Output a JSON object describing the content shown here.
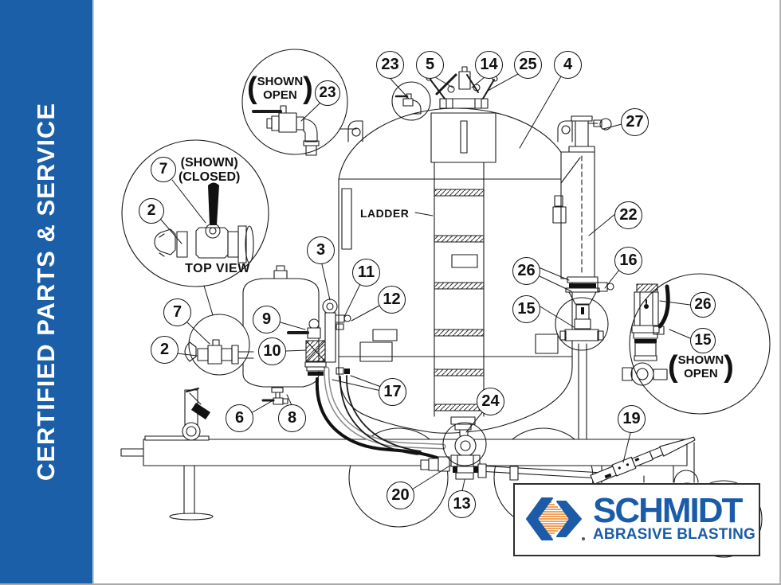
{
  "sidebar": {
    "title": "CERTIFIED PARTS & SERVICE"
  },
  "diagram": {
    "ladder_label": "LADDER",
    "insets": {
      "shown_open_top": {
        "paren_l": "(",
        "word1": "SHOWN",
        "word2": "OPEN",
        "paren_r": ")"
      },
      "shown_closed": {
        "line1": "(SHOWN)",
        "line2": "(CLOSED)",
        "top_view": "TOP VIEW"
      },
      "shown_open_right": {
        "paren_l": "(",
        "word1": "SHOWN",
        "word2": "OPEN",
        "paren_r": ")"
      }
    },
    "callouts": [
      {
        "n": "23"
      },
      {
        "n": "5"
      },
      {
        "n": "14"
      },
      {
        "n": "25"
      },
      {
        "n": "4"
      },
      {
        "n": "27"
      },
      {
        "n": "22"
      },
      {
        "n": "16"
      },
      {
        "n": "26"
      },
      {
        "n": "15"
      },
      {
        "n": "3"
      },
      {
        "n": "11"
      },
      {
        "n": "12"
      },
      {
        "n": "9"
      },
      {
        "n": "10"
      },
      {
        "n": "7"
      },
      {
        "n": "2"
      },
      {
        "n": "17"
      },
      {
        "n": "6"
      },
      {
        "n": "8"
      },
      {
        "n": "24"
      },
      {
        "n": "20"
      },
      {
        "n": "13"
      },
      {
        "n": "19"
      },
      {
        "n": "23"
      },
      {
        "n": "7"
      },
      {
        "n": "2"
      },
      {
        "n": "26"
      },
      {
        "n": "15"
      }
    ]
  },
  "logo": {
    "name": "SCHMIDT",
    "tagline": "ABRASIVE BLASTING",
    "brand_blue": "#1b5ca8",
    "brand_orange": "#f0a35c"
  },
  "colors": {
    "sidebar_blue": "#1b5fa8",
    "line": "#1a1a1a"
  }
}
